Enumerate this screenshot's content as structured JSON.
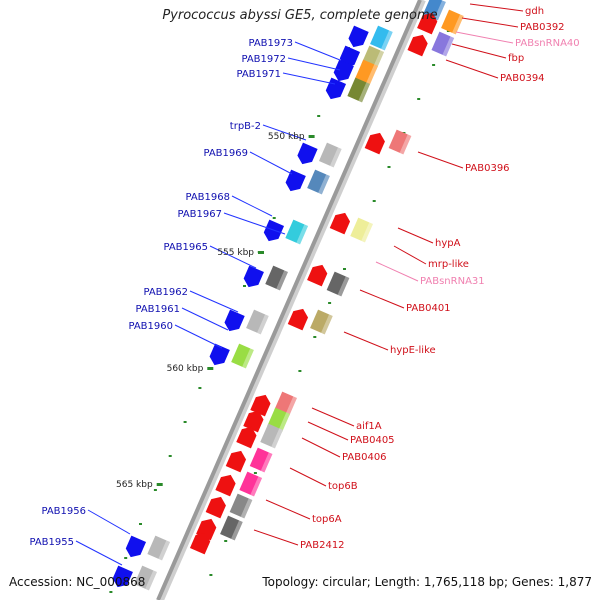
{
  "title": "Pyrococcus abyssi GE5, complete genome",
  "footer": {
    "accession": "Accession: NC_000868",
    "summary": "Topology: circular; Length: 1,765,118 bp; Genes: 1,877"
  },
  "colors": {
    "backbone": "#9a9a9a",
    "plus_label": "#1010b0",
    "minus_label": "#d0101a",
    "rna_label": "#f080b0",
    "tick": "#2a8a2a"
  },
  "scale_marks": [
    {
      "label": "550 kbp"
    },
    {
      "label": "555 kbp"
    },
    {
      "label": "560 kbp"
    },
    {
      "label": "565 kbp"
    }
  ],
  "genes_left": [
    {
      "label": "PAB1973"
    },
    {
      "label": "PAB1972"
    },
    {
      "label": "PAB1971"
    },
    {
      "label": "trpB-2"
    },
    {
      "label": "PAB1969"
    },
    {
      "label": "PAB1968"
    },
    {
      "label": "PAB1967"
    },
    {
      "label": "PAB1965"
    },
    {
      "label": "PAB1962"
    },
    {
      "label": "PAB1961"
    },
    {
      "label": "PAB1960"
    },
    {
      "label": "PAB1956"
    },
    {
      "label": "PAB1955"
    }
  ],
  "genes_right": [
    {
      "label": "gdh",
      "kind": "gene"
    },
    {
      "label": "PAB0392",
      "kind": "gene"
    },
    {
      "label": "PABsnRNA40",
      "kind": "rna"
    },
    {
      "label": "fbp",
      "kind": "gene"
    },
    {
      "label": "PAB0394",
      "kind": "gene"
    },
    {
      "label": "PAB0396",
      "kind": "gene"
    },
    {
      "label": "hypA",
      "kind": "gene"
    },
    {
      "label": "mrp-like",
      "kind": "gene"
    },
    {
      "label": "PABsnRNA31",
      "kind": "rna"
    },
    {
      "label": "PAB0401",
      "kind": "gene"
    },
    {
      "label": "hypE-like",
      "kind": "gene"
    },
    {
      "label": "aif1A",
      "kind": "gene"
    },
    {
      "label": "PAB0405",
      "kind": "gene"
    },
    {
      "label": "PAB0406",
      "kind": "gene"
    },
    {
      "label": "top6B",
      "kind": "gene"
    },
    {
      "label": "top6A",
      "kind": "gene"
    },
    {
      "label": "PAB2412",
      "kind": "gene"
    }
  ]
}
